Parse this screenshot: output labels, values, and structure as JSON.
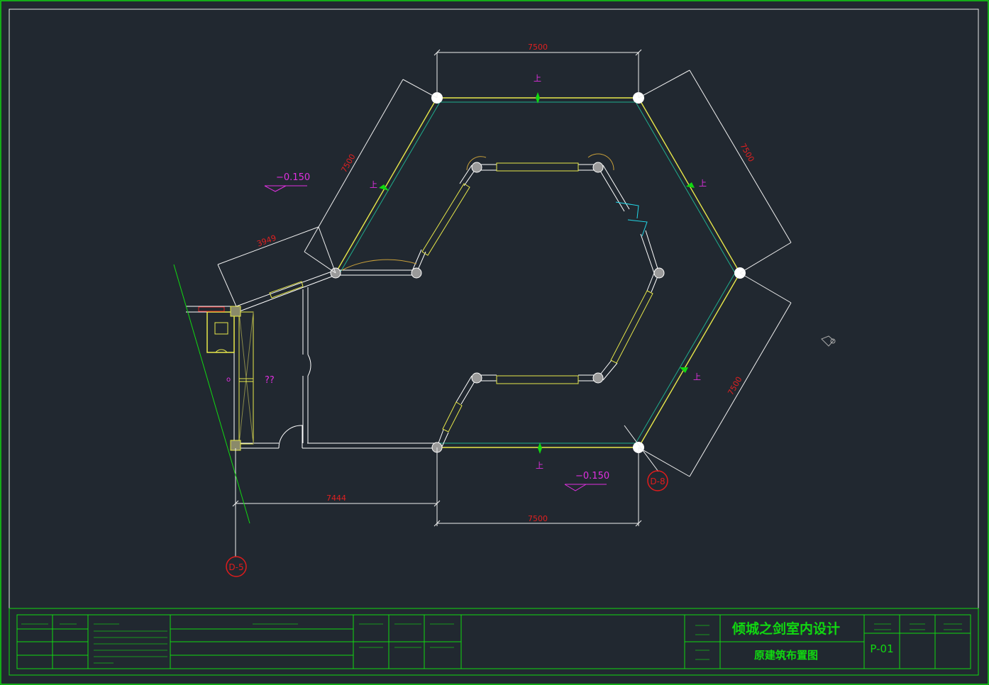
{
  "colors": {
    "background": "#212830",
    "frame": "#11d811",
    "wall": "#ffffff",
    "yellow": "#e8e84a",
    "dimension": "#e02020",
    "magenta": "#e030e0",
    "cyan": "#22d8e8",
    "teal": "#1fae8e",
    "axis_marker": "#e01c1c"
  },
  "dimensions": {
    "top": "7500",
    "upper_left": "7500",
    "upper_right": "7500",
    "lower_right": "7500",
    "bottom": "7500",
    "corridor": "3949",
    "bottom_left": "7444"
  },
  "elevations": {
    "upper_left": "−0.150",
    "lower_right": "−0.150"
  },
  "axis_markers": {
    "d5": "D-5",
    "d8": "D-8"
  },
  "room_labels": {
    "room": "??",
    "small": "o"
  },
  "section_marks": {
    "symbol": "上"
  },
  "title_block": {
    "company": "倾城之剑室内设计",
    "drawing_title": "原建筑布置图",
    "drawing_number": "P-01"
  }
}
